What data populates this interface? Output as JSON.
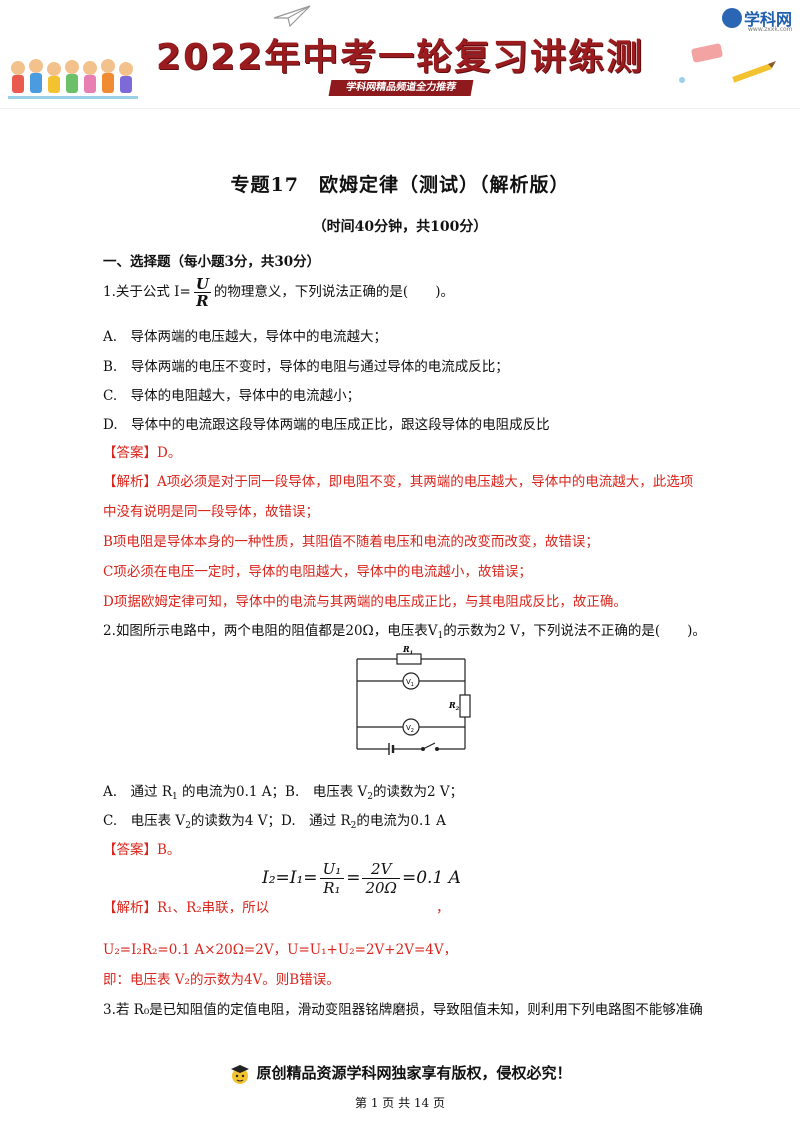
{
  "banner": {
    "title": "2022年中考一轮复习讲练测",
    "subtitle": "学科网精品频道全力推荐",
    "logo_text": "学科网",
    "logo_url": "www.zxxk.com"
  },
  "doc": {
    "title": "专题17　欧姆定律（测试）（解析版）",
    "time": "（时间40分钟，共100分）",
    "section": "一、选择题（每小题3分，共30分）"
  },
  "q1": {
    "prefix": "1.关于公式 I=",
    "frac_num": "U",
    "frac_den": "R",
    "suffix": "的物理意义，下列说法正确的是(　　)。",
    "options": [
      "A.　导体两端的电压越大，导体中的电流越大；",
      "B.　导体两端的电压不变时，导体的电阻与通过导体的电流成反比；",
      "C.　导体的电阻越大，导体中的电流越小；",
      "D.　导体中的电流跟这段导体两端的电压成正比，跟这段导体的电阻成反比"
    ],
    "answer": "【答案】D。",
    "analysis": [
      "【解析】A项必须是对于同一段导体，即电阻不变，其两端的电压越大，导体中的电流越大，此选项",
      "中没有说明是同一段导体，故错误；",
      "B项电阻是导体本身的一种性质，其阻值不随着电压和电流的改变而改变，故错误；",
      "C项必须在电压一定时，导体的电阻越大，导体中的电流越小，故错误；",
      "D项据欧姆定律可知，导体中的电流与其两端的电压成正比，与其电阻成反比，故正确。"
    ]
  },
  "q2": {
    "stem_a": "2.如图所示电路中，两个电阻的阻值都是20Ω，电压表V",
    "stem_sub": "1",
    "stem_b": "的示数为2 V，下列说法不正确的是(　　)。",
    "circuit_labels": {
      "r1": "R1",
      "r2": "R2",
      "v1": "V1",
      "v2": "V2"
    },
    "opt_a": {
      "a": "A.　通过 R",
      "a_sub": "1",
      "b": " 的电流为0.1 A；B.　电压表 V",
      "b_sub": "2",
      "c": "的读数为2 V；"
    },
    "opt_c": {
      "a": "C.　电压表 V",
      "a_sub": "2",
      "b": "的读数为4 V；D.　通过 R",
      "b_sub": "2",
      "c": "的电流为0.1 A"
    },
    "answer": "【答案】B。",
    "formula": {
      "lhs": "I₂=I₁=",
      "f1_num": "U₁",
      "f1_den": "R₁",
      "eq": "=",
      "f2_num": "2V",
      "f2_den": "20Ω",
      "rhs": "=0.1 A"
    },
    "analysis_prefix": "【解析】R₁、R₂串联，所以",
    "analysis_comma": "，",
    "calc_line": "U₂=I₂R₂=0.1 A×20Ω=2V，U=U₁+U₂=2V+2V=4V，",
    "conclusion": "即：电压表 V₂的示数为4V。则B错误。"
  },
  "q3": {
    "stem": "3.若 R₀是已知阻值的定值电阻，滑动变阻器铭牌磨损，导致阻值未知，则利用下列电路图不能够准确"
  },
  "footer": {
    "note": "原创精品资源学科网独家享有版权，侵权必究！",
    "page": "第 1 页 共 14 页"
  },
  "colors": {
    "accent": "#9b1c1f",
    "answer_red": "#d9251c",
    "logo_blue": "#1f5fad"
  }
}
